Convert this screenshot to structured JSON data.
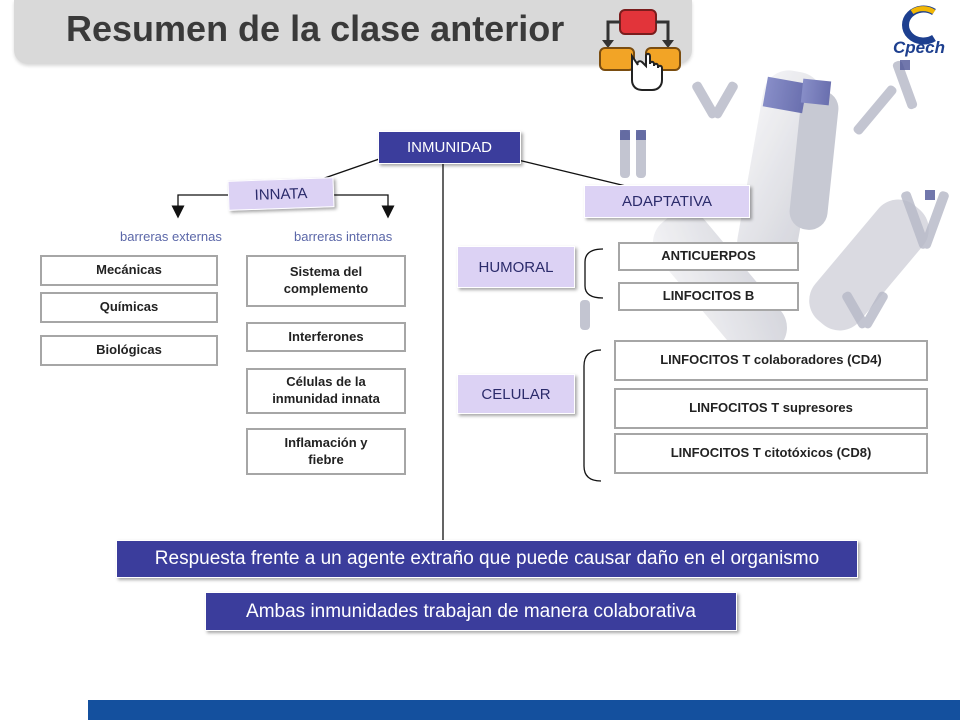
{
  "slide": {
    "title": "Resumen de la clase anterior",
    "logo_text": "Cpech"
  },
  "diagram": {
    "root": "INMUNIDAD",
    "innata": {
      "label": "INNATA",
      "externas_label": "barreras externas",
      "internas_label": "barreras internas",
      "externas": [
        "Mecánicas",
        "Químicas",
        "Biológicas"
      ],
      "internas": [
        "Sistema del complemento",
        "Interferones",
        "Células de la inmunidad innata",
        "Inflamación y fiebre"
      ]
    },
    "adaptativa": {
      "label": "ADAPTATIVA",
      "humoral": {
        "label": "HUMORAL",
        "items": [
          "ANTICUERPOS",
          "LINFOCITOS B"
        ]
      },
      "celular": {
        "label": "CELULAR",
        "items": [
          "LINFOCITOS T colaboradores (CD4)",
          "LINFOCITOS T supresores",
          "LINFOCITOS T citotóxicos (CD8)"
        ]
      }
    },
    "summary": [
      "Respuesta frente a un agente extraño que puede causar daño en el organismo",
      "Ambas inmunidades trabajan de manera colaborativa"
    ]
  },
  "colors": {
    "dark_blue_box": "#3b3d9c",
    "lavender_box": "#dcd2f4",
    "footer_bar": "#14509e",
    "title_banner": "#d9d9d9"
  }
}
